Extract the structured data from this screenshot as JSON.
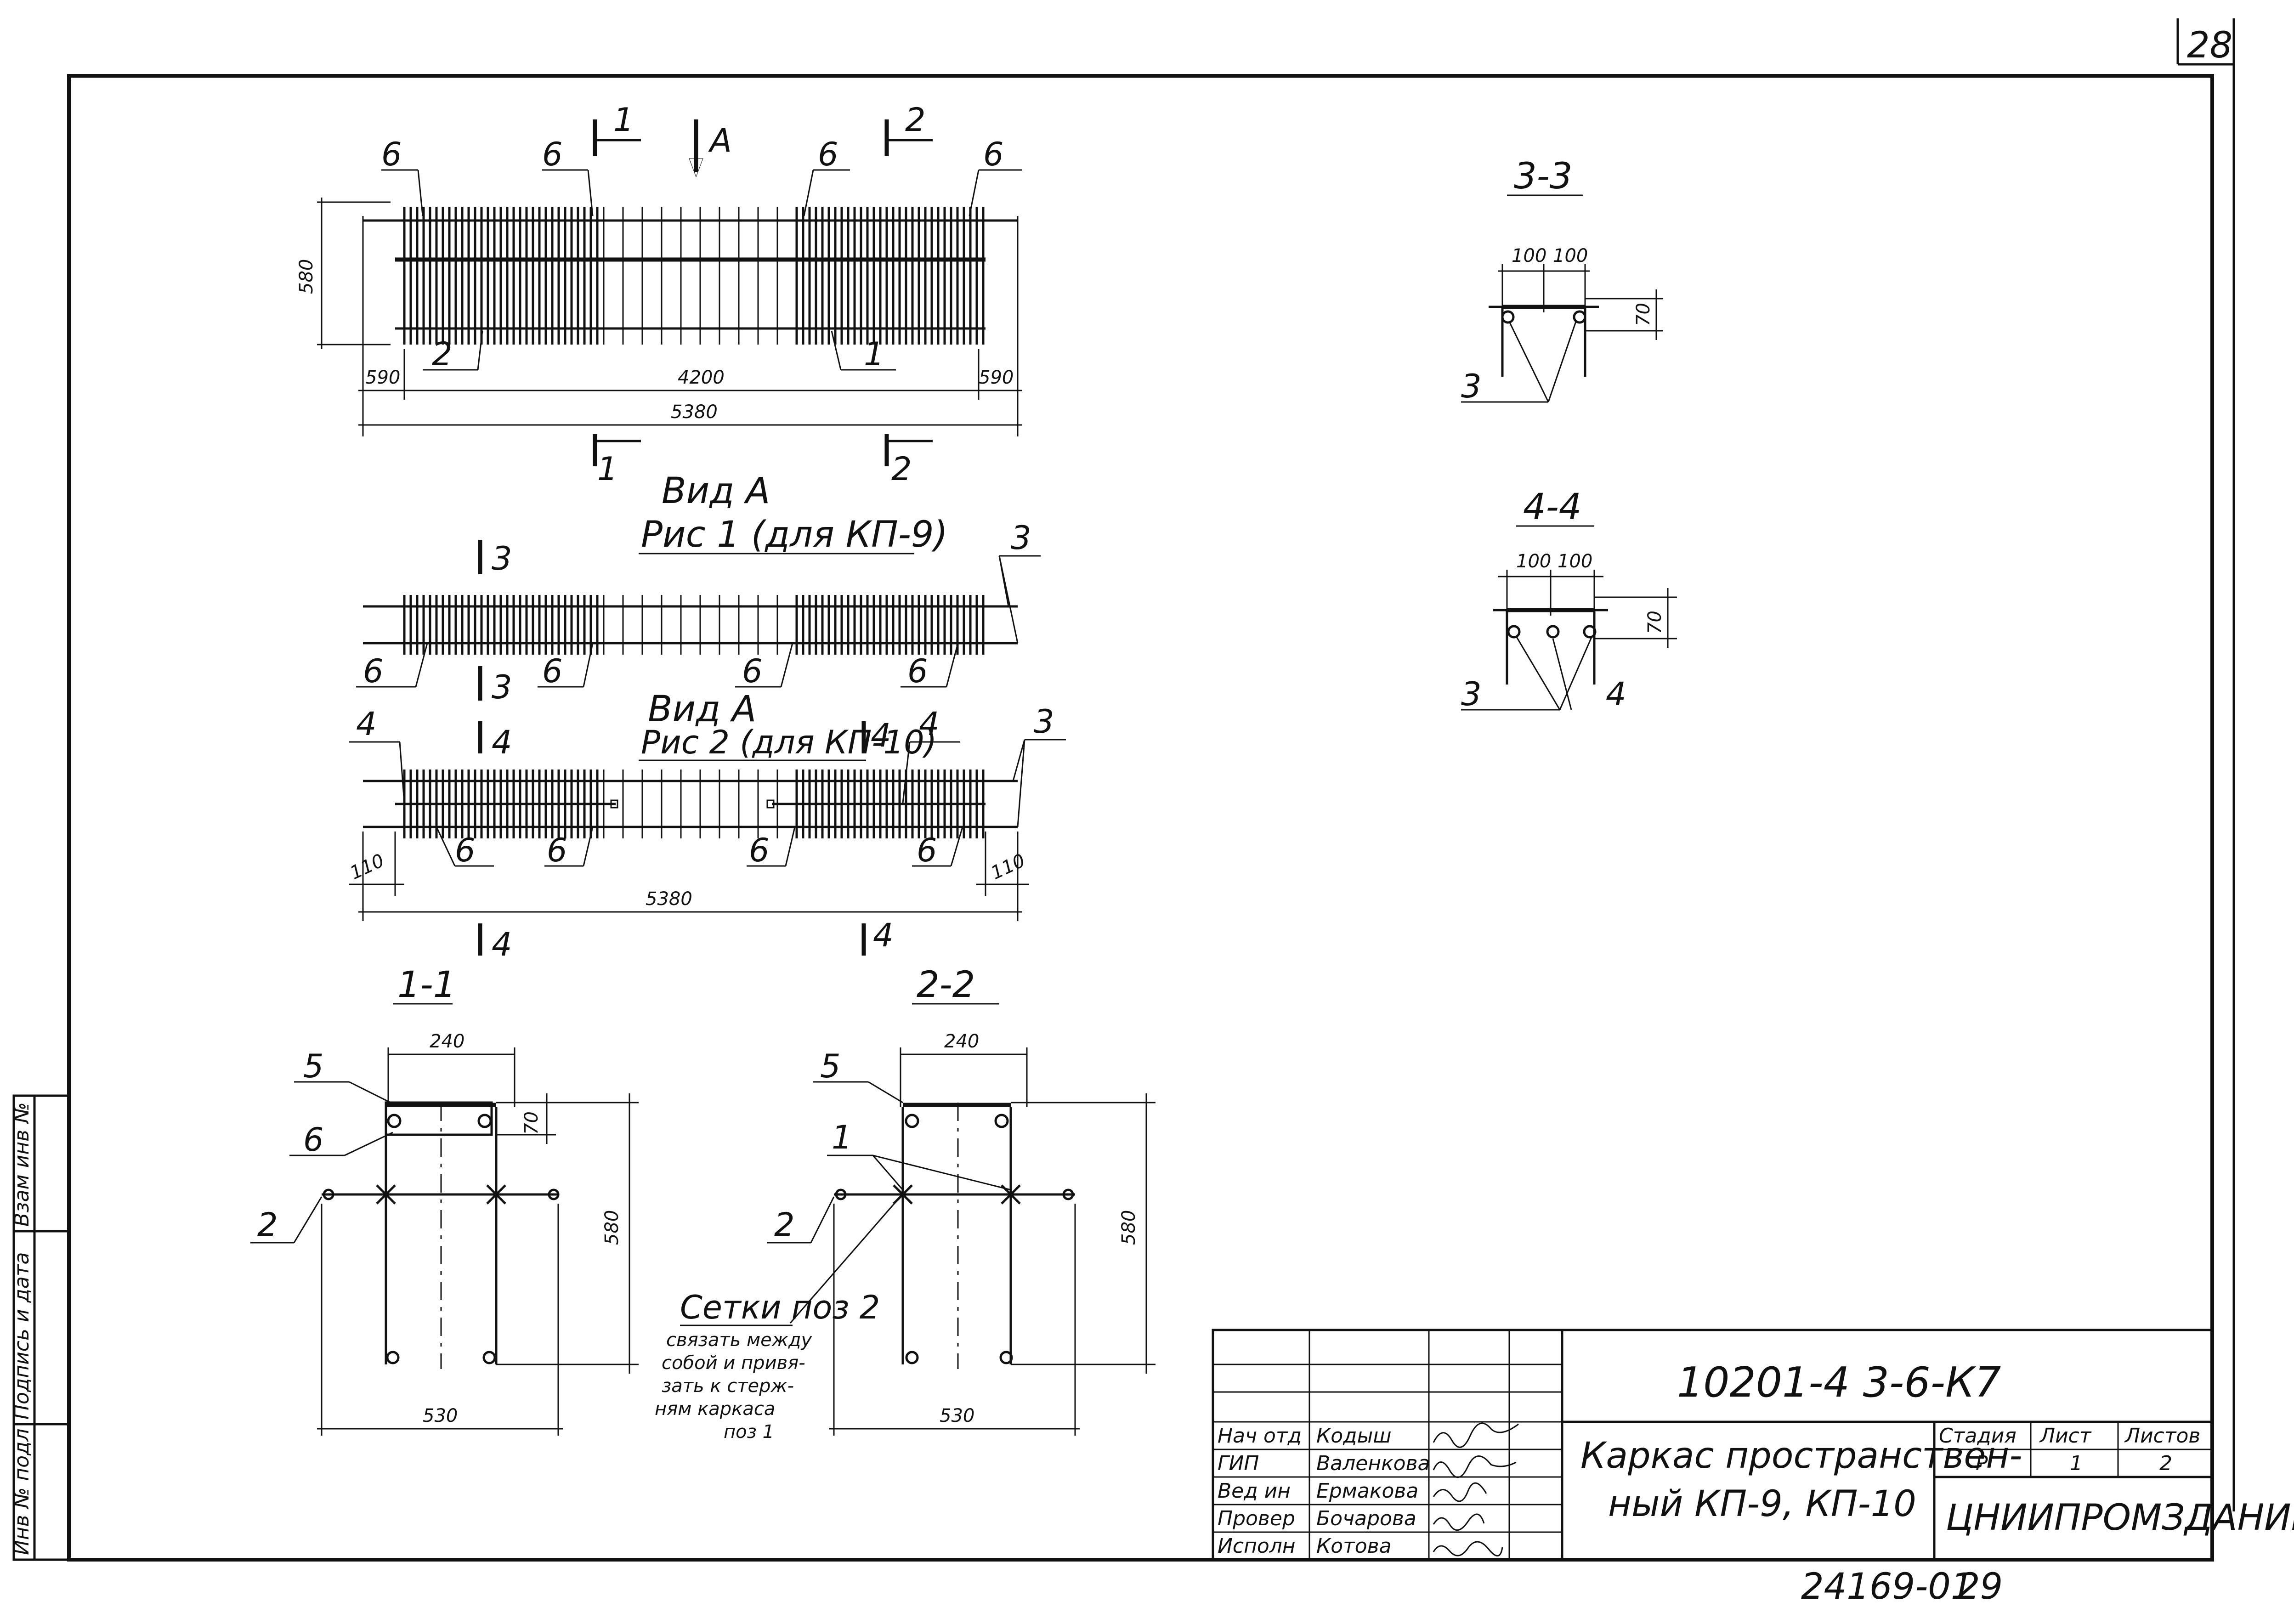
{
  "sheet": {
    "corner_number": "28",
    "bottom_stamp": "24169-01",
    "bottom_page": "29",
    "side_strip": [
      "Инв № подл",
      "Подпись и дата",
      "Взам инв №"
    ]
  },
  "plan": {
    "section_mark_1": "1",
    "section_mark_2": "2",
    "view_arrow": "A",
    "pos_labels": [
      "6",
      "6",
      "6",
      "6",
      "2",
      "1"
    ],
    "dim_height": "580",
    "dim_left": "590",
    "dim_right": "590",
    "dim_mid": "4200",
    "dim_total": "5380"
  },
  "view1": {
    "title": "Вид А",
    "subtitle": "Рис 1 (для КП-9)",
    "cut_mark": "3",
    "pos_labels": [
      "3",
      "6",
      "6",
      "6",
      "6"
    ]
  },
  "view2": {
    "title": "Вид А",
    "subtitle": "Рис 2 (для КП-10)",
    "cut_mark": "4",
    "pos_labels": [
      "4",
      "4",
      "3",
      "6",
      "6",
      "6",
      "6"
    ],
    "dim_left": "110",
    "dim_right": "110",
    "dim_total": "5380"
  },
  "sec11": {
    "title": "1-1",
    "dim_top": "240",
    "dim_small": "70",
    "dim_height": "580",
    "dim_bottom": "530",
    "pos_labels": [
      "5",
      "6",
      "2"
    ]
  },
  "sec22": {
    "title": "2-2",
    "dim_top": "240",
    "dim_height": "580",
    "dim_bottom": "530",
    "pos_labels": [
      "5",
      "1",
      "2"
    ]
  },
  "note": {
    "lines": [
      "Сетки поз 2",
      "связать между",
      "собой и привя-",
      "зать к стерж-",
      "ням каркаса",
      "поз 1"
    ]
  },
  "sec33": {
    "title": "3-3",
    "dim_a": "100",
    "dim_b": "100",
    "dim_h": "70",
    "pos_label": "3"
  },
  "sec44": {
    "title": "4-4",
    "dim_a": "100",
    "dim_b": "100",
    "dim_h": "70",
    "pos_labels": [
      "3",
      "4"
    ]
  },
  "title_block": {
    "code": "10201-4 3-6-К7",
    "roles": [
      "Нач отд",
      "ГИП",
      "Вед ин",
      "Провер",
      "Исполн"
    ],
    "names": [
      "Кодыш",
      "Валенкова",
      "Ермакова",
      "Бочарова",
      "Котова"
    ],
    "title_line1": "Каркас пространствен-",
    "title_line2": "ный КП-9, КП-10",
    "stage_label": "Стадия",
    "stage_value": "Р",
    "sheet_label": "Лист",
    "sheet_value": "1",
    "sheets_label": "Листов",
    "sheets_value": "2",
    "org": "ЦНИИПРОМЗДАНИЙ"
  }
}
